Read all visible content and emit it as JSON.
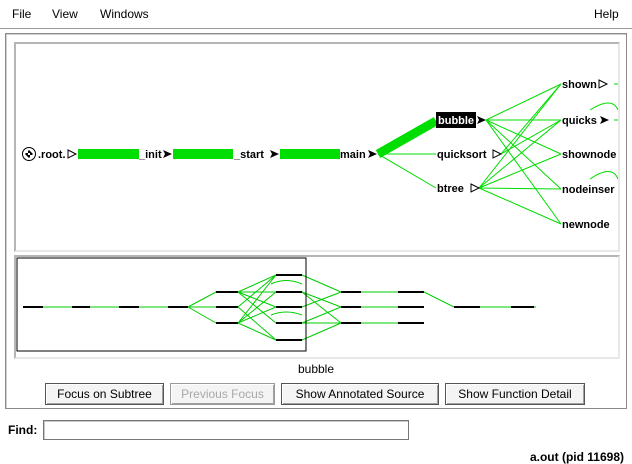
{
  "menubar": {
    "file": "File",
    "view": "View",
    "windows": "Windows",
    "help": "Help"
  },
  "graph": {
    "nodes": {
      "root": ".root.",
      "init": "_init",
      "start": "_start",
      "main": "main",
      "bubble": "bubble",
      "quicksort": "quicksort",
      "btree": "btree",
      "shown": "shown",
      "quicks": "quicks",
      "shownode": "shownode",
      "nodeinsert": "nodeinser",
      "newnode": "newnode"
    },
    "colors": {
      "edge": "#00dd00",
      "selected_bg": "#000000"
    }
  },
  "selected_function": "bubble",
  "buttons": {
    "focus_subtree": "Focus on Subtree",
    "previous_focus": "Previous Focus",
    "annotated_source": "Show Annotated Source",
    "function_detail": "Show Function Detail"
  },
  "find": {
    "label": "Find:",
    "value": ""
  },
  "status": "a.out (pid 11698)"
}
